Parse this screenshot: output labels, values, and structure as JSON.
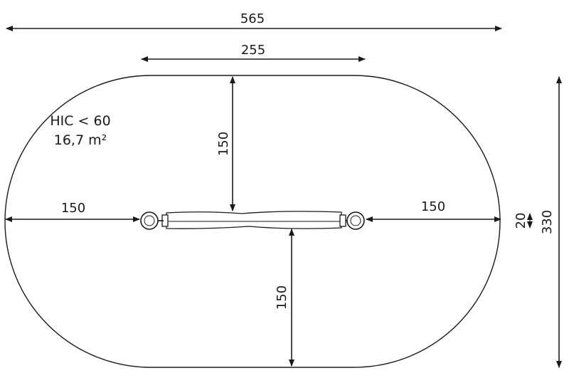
{
  "dimensions": {
    "overall_width": "565",
    "inner_width": "255",
    "clearance_left": "150",
    "clearance_right": "150",
    "clearance_top": "150",
    "clearance_bottom": "150",
    "beam_height": "20",
    "overall_height": "330"
  },
  "notes": {
    "hic": "HIC < 60",
    "area": "16,7 m²"
  },
  "colors": {
    "line": "#1a1a1a",
    "background": "#ffffff"
  }
}
